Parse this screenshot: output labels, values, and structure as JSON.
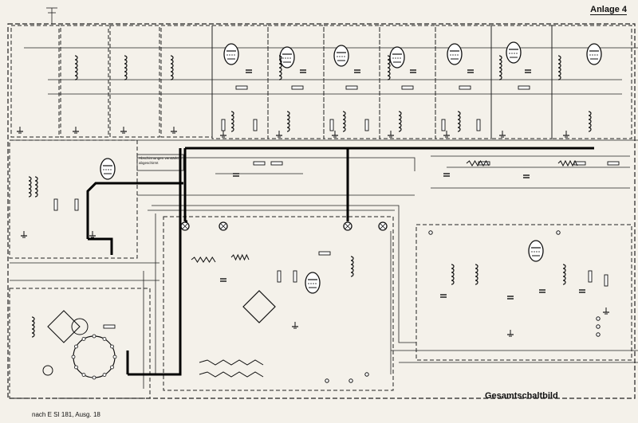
{
  "annex_label": "Anlage 4",
  "title": "Gesamtschaltbild",
  "footer": "nach E SI 181, Ausg. 18",
  "box_note": "Abschirmungen verstärkt & abgeschirmt",
  "colors": {
    "paper": "#f4f1ea",
    "ink": "#111111"
  }
}
